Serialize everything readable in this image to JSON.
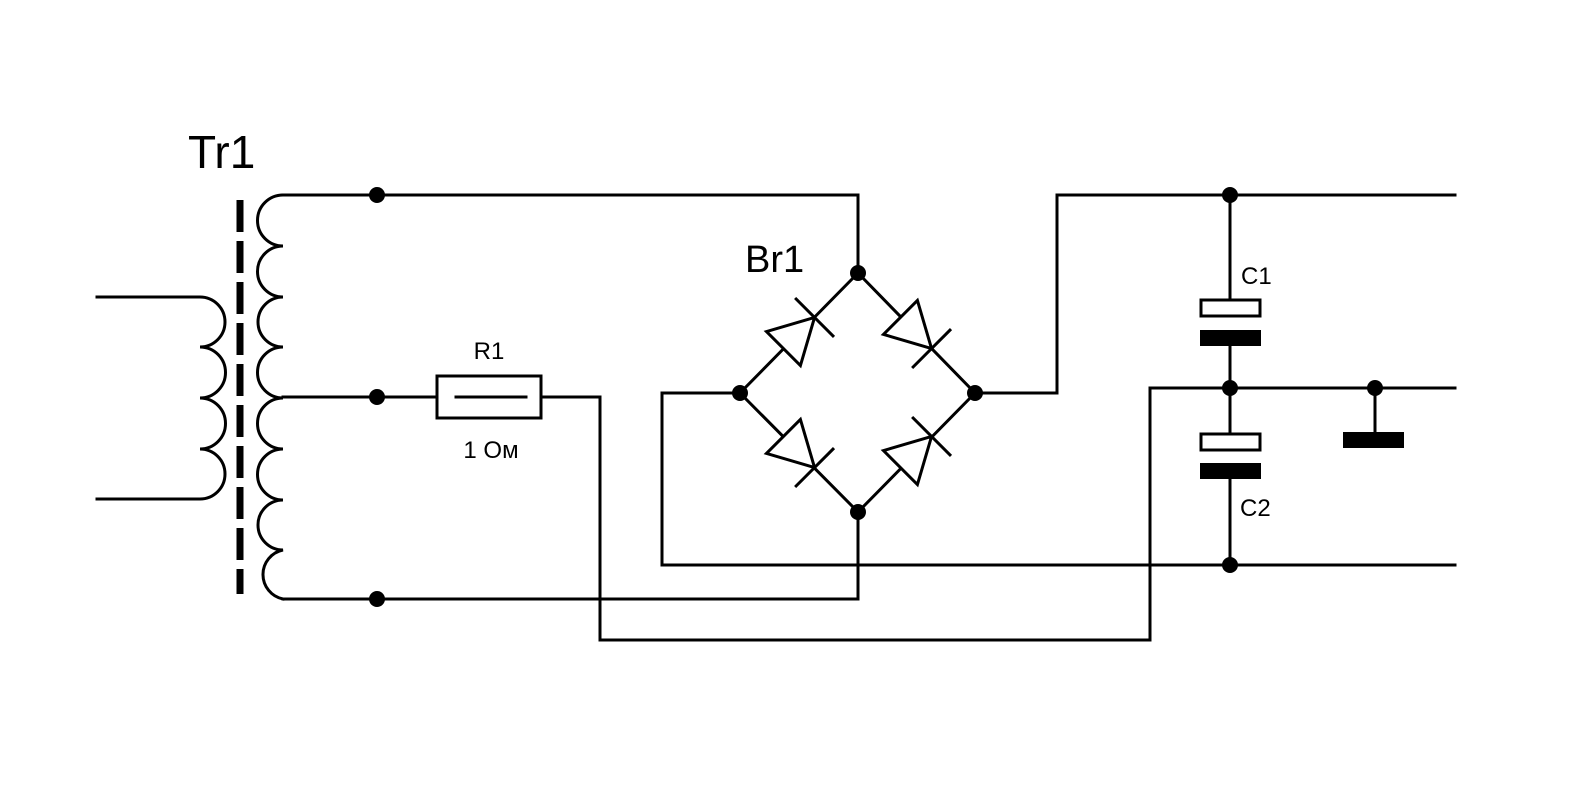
{
  "components": {
    "transformer": {
      "label": "Tr1"
    },
    "bridge": {
      "label": "Br1"
    },
    "resistor": {
      "label": "R1",
      "value": "1 Ом"
    },
    "capacitor1": {
      "label": "C1"
    },
    "capacitor2": {
      "label": "C2"
    }
  },
  "colors": {
    "line": "#000000",
    "background": "#ffffff"
  }
}
